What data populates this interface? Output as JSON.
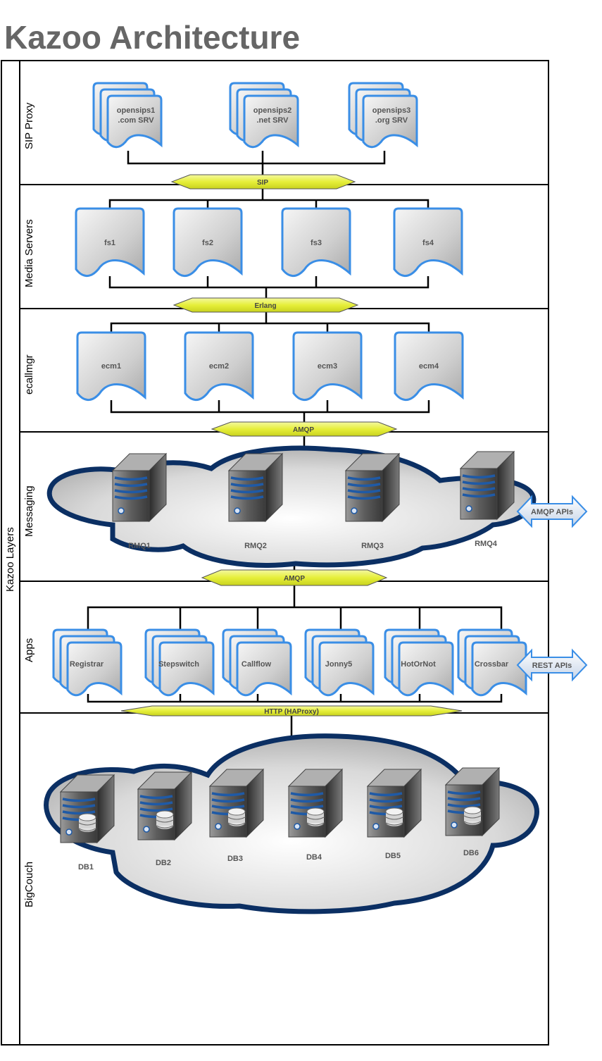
{
  "title": "Kazoo Architecture",
  "outer_label": "Kazoo Layers",
  "layers": [
    {
      "label": "SIP Proxy"
    },
    {
      "label": "Media Servers"
    },
    {
      "label": "ecallmgr"
    },
    {
      "label": "Messaging"
    },
    {
      "label": "Apps"
    },
    {
      "label": "BigCouch"
    }
  ],
  "sip_proxies": [
    {
      "line1": "opensips1",
      "line2": ".com SRV"
    },
    {
      "line1": "opensips2",
      "line2": ".net SRV"
    },
    {
      "line1": "opensips3",
      "line2": ".org SRV"
    }
  ],
  "media_servers": [
    "fs1",
    "fs2",
    "fs3",
    "fs4"
  ],
  "ecallmgrs": [
    "ecm1",
    "ecm2",
    "ecm3",
    "ecm4"
  ],
  "rmq_nodes": [
    "RMQ1",
    "RMQ2",
    "RMQ3",
    "RMQ4"
  ],
  "apps": [
    "Registrar",
    "Stepswitch",
    "Callflow",
    "Jonny5",
    "HotOrNot",
    "Crossbar"
  ],
  "db_nodes": [
    "DB1",
    "DB2",
    "DB3",
    "DB4",
    "DB5",
    "DB6"
  ],
  "connectors": {
    "sip": "SIP",
    "erlang": "Erlang",
    "amqp_top": "AMQP",
    "amqp_bottom": "AMQP",
    "http": "HTTP (HAProxy)"
  },
  "external_apis": {
    "amqp": "AMQP APIs",
    "rest": "REST APIs"
  },
  "colors": {
    "doc_border": "#3a8ee6",
    "hex_fill": "#e6ef3a",
    "cloud_border": "#0b2f63",
    "arrow_fill": "#d8e4f4",
    "arrow_border": "#3a8ee6"
  }
}
